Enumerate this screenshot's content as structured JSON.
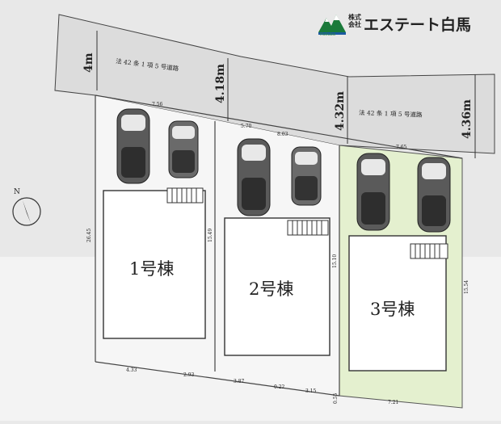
{
  "logo": {
    "company_type": "株式会社",
    "name": "エステート白馬",
    "subtext": "Hakuba",
    "brand_color": "#1a7a3a"
  },
  "road": {
    "label_left": "法 42 条 1 項 5 号道路",
    "label_right": "法 42 条 1 項 5 号道路",
    "widths": [
      "4m",
      "4.18m",
      "4.32m",
      "4.36m"
    ]
  },
  "lots": [
    {
      "name": "1号棟",
      "front": "7.56",
      "side": "15.49",
      "left": "26.45",
      "bottom_a": "4.33",
      "bottom_b": "2.93",
      "fill": "#ffffff"
    },
    {
      "name": "2号棟",
      "front_a": "5.70",
      "front_b": "8.03",
      "side": "15.10",
      "bottom_a": "3.87",
      "bottom_b": "0.22",
      "bottom_c": "3.15",
      "fill": "#ffffff"
    },
    {
      "name": "3号棟",
      "front": "7.65",
      "side": "15.54",
      "bottom": "7.21",
      "fill": "#e4f0cf"
    }
  ],
  "extra_dims": [
    "0.55"
  ],
  "compass": {
    "label": "N"
  }
}
